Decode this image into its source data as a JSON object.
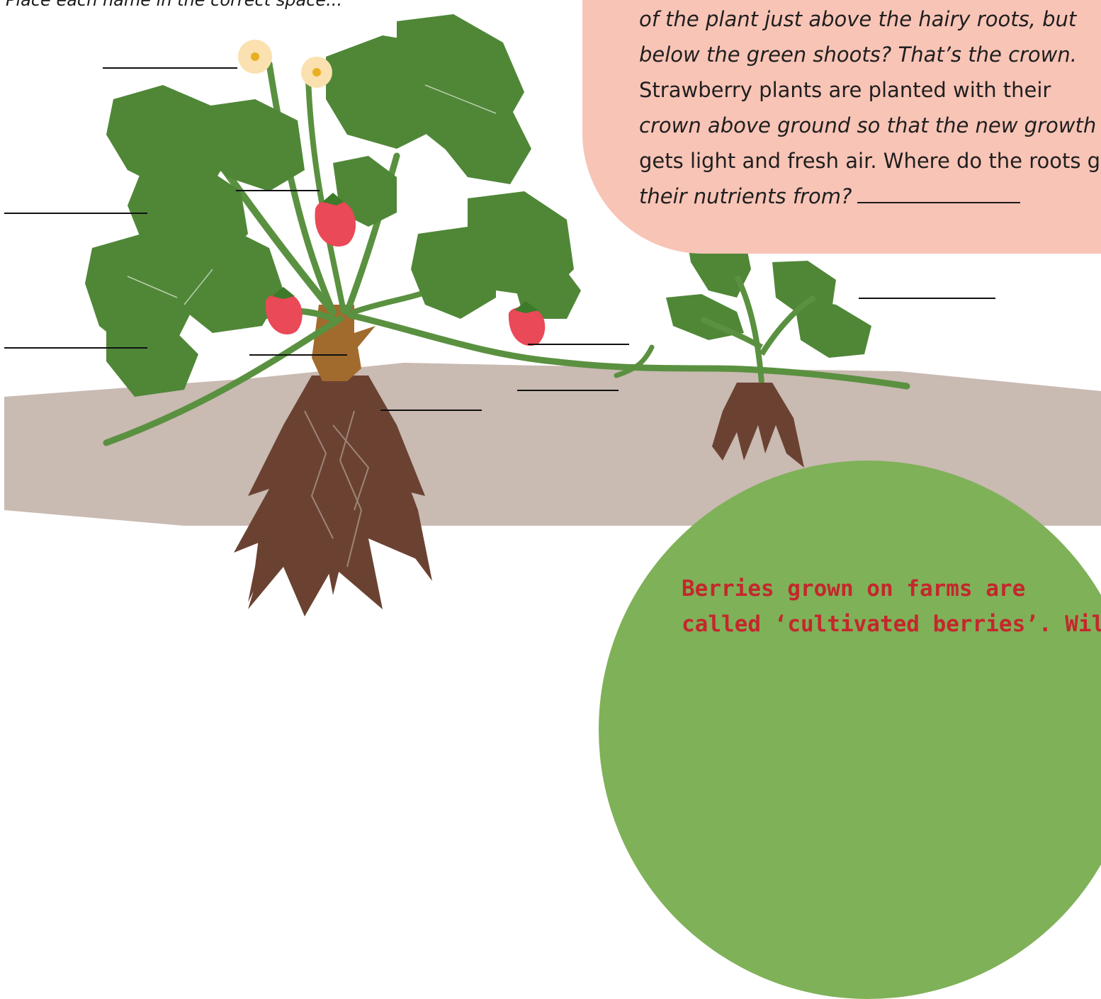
{
  "worksheet": {
    "instruction": "Place each name in the correct space..."
  },
  "crown_bubble": {
    "lines": [
      "of the plant just above the hairy roots, but",
      "below the green shoots? That’s the crown.",
      "Strawberry plants are planted with their",
      "crown above ground so that the new growth",
      "gets light and fresh air. Where do the roots get",
      "their nutrients from?"
    ]
  },
  "cultivated_note": {
    "lines": [
      "Berries grown on farms are",
      "called ‘cultivated berries’. Wild"
    ]
  },
  "label_blanks": [
    "flower-blank",
    "leaf-blank-left",
    "stem-blank",
    "leaf-blank-lower",
    "crown-blank",
    "fruit-blank",
    "soil-blank",
    "root-blank",
    "runner-plant-blank"
  ],
  "colors": {
    "soil": "#c9bab2",
    "leaf": "#5a9140",
    "leaf_dark": "#4f8737",
    "root": "#6b4232",
    "crown": "#a06b2c",
    "berry": "#ea4957",
    "flower": "#fbe0b0",
    "bubble": "#f8c4b6",
    "green_circle": "#7fb158",
    "note_text": "#c4272c"
  }
}
